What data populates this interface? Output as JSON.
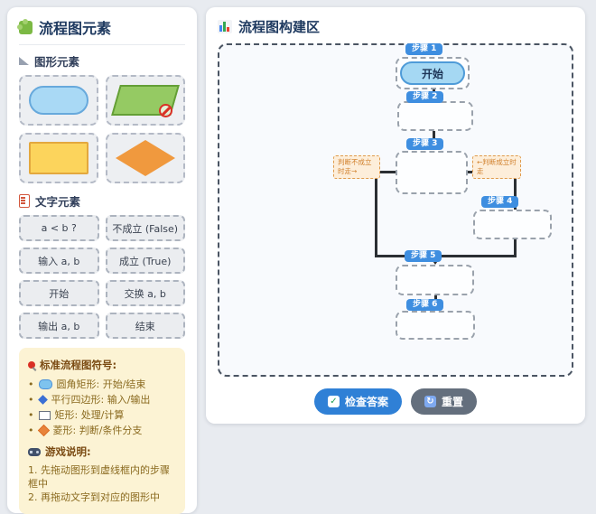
{
  "sidebar": {
    "title": "流程图元素",
    "shapes_label": "图形元素",
    "texts_label": "文字元素",
    "shape_items": [
      {
        "type": "rounded-rect",
        "color": "#a9d9f5"
      },
      {
        "type": "parallelogram",
        "color": "#95ca63",
        "overlay": "no-entry-icon"
      },
      {
        "type": "rectangle",
        "color": "#fcd45c"
      },
      {
        "type": "diamond",
        "color": "#f0993e"
      }
    ],
    "text_items": [
      "a < b ?",
      "不成立 (False)",
      "输入 a, b",
      "成立 (True)",
      "开始",
      "交换 a, b",
      "输出 a, b",
      "结束"
    ],
    "legend": {
      "title": "标准流程图符号:",
      "bullet": "•",
      "items": [
        {
          "shape": "rounded-rect",
          "text": "圆角矩形: 开始/结束"
        },
        {
          "shape": "parallelogram",
          "text": "平行四边形: 输入/输出"
        },
        {
          "shape": "rectangle",
          "text": "矩形: 处理/计算"
        },
        {
          "shape": "diamond",
          "text": "菱形: 判断/条件分支"
        }
      ],
      "instructions_title": "游戏说明:",
      "instructions": [
        "1. 先拖动图形到虚线框内的步骤框中",
        "2. 再拖动文字到对应的图形中"
      ]
    }
  },
  "builder": {
    "title": "流程图构建区",
    "steps": [
      {
        "badge": "步骤 1",
        "content": "开始"
      },
      {
        "badge": "步骤 2",
        "content": ""
      },
      {
        "badge": "步骤 3",
        "content": ""
      },
      {
        "badge": "步骤 4",
        "content": ""
      },
      {
        "badge": "步骤 5",
        "content": ""
      },
      {
        "badge": "步骤 6",
        "content": ""
      }
    ],
    "branch_labels": {
      "left": "判断不成立时走→",
      "right": "←判断成立时走"
    },
    "buttons": {
      "check": "检查答案",
      "reset": "重置"
    }
  },
  "colors": {
    "badge_blue": "#3e8ee0",
    "check_button_blue": "#2f80d6",
    "reset_button_gray": "#646f7d",
    "start_shape_fill": "#a5d8f3",
    "branch_label_orange": "#d07f2a",
    "legend_bg_yellow": "#fcf3d4"
  }
}
